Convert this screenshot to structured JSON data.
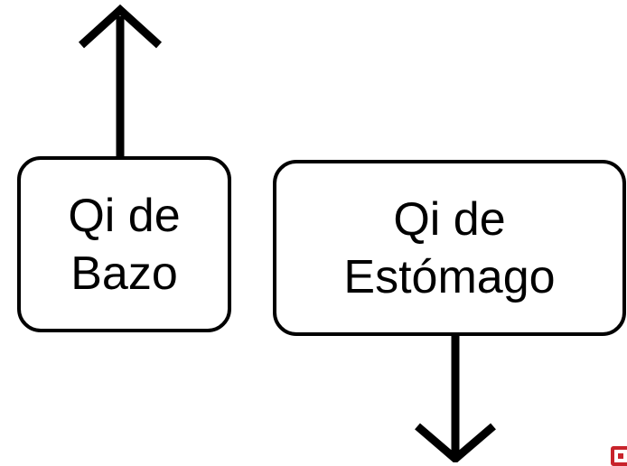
{
  "diagram": {
    "nodes": [
      {
        "id": "spleen-qi",
        "line1": "Qi de",
        "line2": "Bazo",
        "arrow": "up"
      },
      {
        "id": "stomach-qi",
        "line1": "Qi de",
        "line2": "Estómago",
        "arrow": "down"
      }
    ],
    "colors": {
      "stroke": "#000000",
      "background": "#ffffff",
      "corner_mark": "#c8232b"
    }
  }
}
